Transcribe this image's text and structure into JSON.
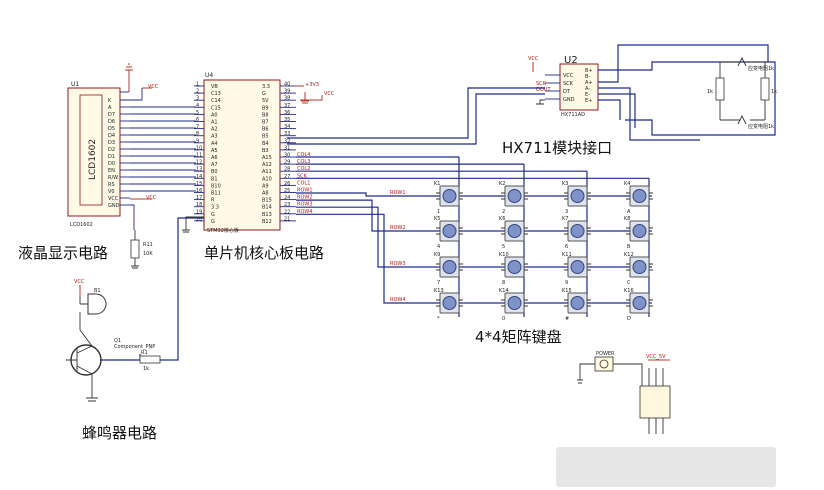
{
  "labels": {
    "lcd_circuit": "液晶显示电路",
    "mcu_circuit": "单片机核心板电路",
    "hx711_interface": "HX711模块接口",
    "keypad": "4*4矩阵键盘",
    "buzzer_circuit": "蜂鸣器电路"
  },
  "parts": {
    "u1_ref": "U1",
    "u1_name": "LCD1602",
    "u1_footer": "LCD1602",
    "u4_ref": "U4",
    "u4_name": "STM32核心板",
    "u2_ref": "U2",
    "u2_name": "HX711AD",
    "r11_ref": "R11",
    "r11_val": "10K",
    "b1_ref": "B1",
    "q1_ref": "Q1",
    "q1_type": "Component_PNP",
    "r1_ref": "R1",
    "r1_val": "1k",
    "power_label": "POWER",
    "vcc5v": "VCC_5V"
  },
  "nets": {
    "vcc": "VCC",
    "v3": "+3V3",
    "sck": "SCK",
    "dout": "DOUT",
    "bridge1": "应变电阻1k",
    "bridge2": "应变电阻1k",
    "r_left": "1k",
    "r_right": "1k"
  },
  "lcd_pins": [
    "K",
    "A",
    "D7",
    "D6",
    "D5",
    "D4",
    "D3",
    "D2",
    "D1",
    "D0",
    "EN",
    "R/W",
    "RS",
    "V0",
    "VCC",
    "GND"
  ],
  "u4_left_pins": [
    "VB",
    "C13",
    "C14",
    "C15",
    "A0",
    "A1",
    "A2",
    "A3",
    "A4",
    "A5",
    "A6",
    "A7",
    "B0",
    "B1",
    "B10",
    "B11",
    "R",
    "3.3",
    "G",
    "G"
  ],
  "u4_right_pins": [
    "3.3",
    "G",
    "5V",
    "B9",
    "B8",
    "B7",
    "B6",
    "B5",
    "B4",
    "B3",
    "A15",
    "A12",
    "A11",
    "A10",
    "A9",
    "A8",
    "B15",
    "B14",
    "B13",
    "B12"
  ],
  "u4_nets": [
    "COL4",
    "COL3",
    "COL2",
    "SCK",
    "COL1",
    "ROW1",
    "ROW2",
    "ROW3",
    "ROW4"
  ],
  "hx711_pins_left": [
    "VCC",
    "SCK",
    "DT",
    "GND"
  ],
  "hx711_pins_right": [
    "E+",
    "E-",
    "A-",
    "A+",
    "B-",
    "B+"
  ],
  "rows": [
    "ROW1",
    "ROW2",
    "ROW3",
    "ROW4"
  ],
  "keys": [
    "K1",
    "K2",
    "K3",
    "K4",
    "K5",
    "K6",
    "K7",
    "K8",
    "K9",
    "K10",
    "K11",
    "K12",
    "K13",
    "K14",
    "K15",
    "K16"
  ],
  "key_marks": [
    "1",
    "2",
    "3",
    "A",
    "4",
    "5",
    "6",
    "B",
    "7",
    "8",
    "9",
    "C",
    "*",
    "0",
    "#",
    "D"
  ]
}
